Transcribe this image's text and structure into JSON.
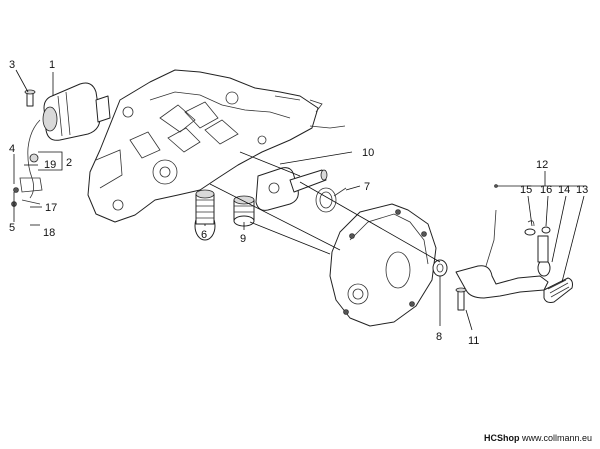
{
  "callouts": {
    "c1": "1",
    "c2": "2",
    "c3": "3",
    "c4": "4",
    "c5": "5",
    "c6": "6",
    "c7": "7",
    "c8": "8",
    "c9": "9",
    "c10": "10",
    "c11": "11",
    "c12": "12",
    "c13": "13",
    "c14": "14",
    "c15": "15",
    "c16": "16",
    "c17": "17",
    "c18": "18",
    "c19": "19"
  },
  "footer": {
    "brand": "HCShop",
    "url": "www.collmann.eu"
  }
}
